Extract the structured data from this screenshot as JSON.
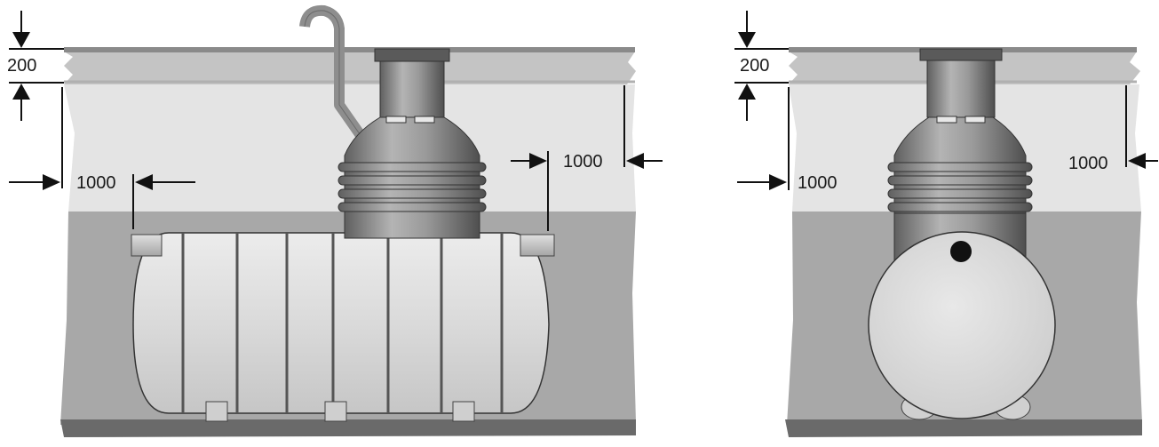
{
  "views": {
    "side": {
      "depth_label": "200",
      "clearance_left_label": "1000",
      "clearance_right_label": "1000"
    },
    "end": {
      "depth_label": "200",
      "clearance_left_label": "1000",
      "clearance_right_label": "1000"
    }
  },
  "colors": {
    "surface_band": "#8d8d8d",
    "topsoil": "#c9c9c9",
    "backfill": "#e2e2e2",
    "native_soil": "#a9a9a9",
    "base_layer": "#6e6e6e",
    "tank_body": "#d9d9d9",
    "shaft": "#8a8a8a"
  }
}
